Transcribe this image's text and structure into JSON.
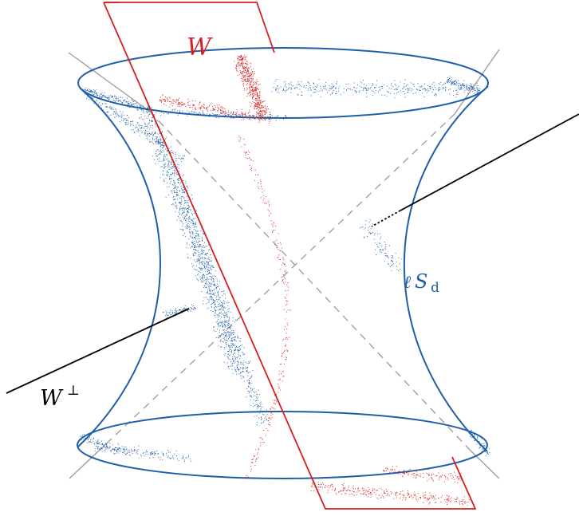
{
  "labels": {
    "plane_w": "W",
    "w_perp": "W",
    "w_perp_sup": "⊥",
    "surface_prefix": "ℓ",
    "surface_main": "S",
    "surface_sub": "d"
  },
  "colors": {
    "hyperboloid": "#1f5fa8",
    "plane": "#d42020",
    "cone": "#9a9a9a",
    "line": "#000000",
    "background": "#ffffff"
  }
}
